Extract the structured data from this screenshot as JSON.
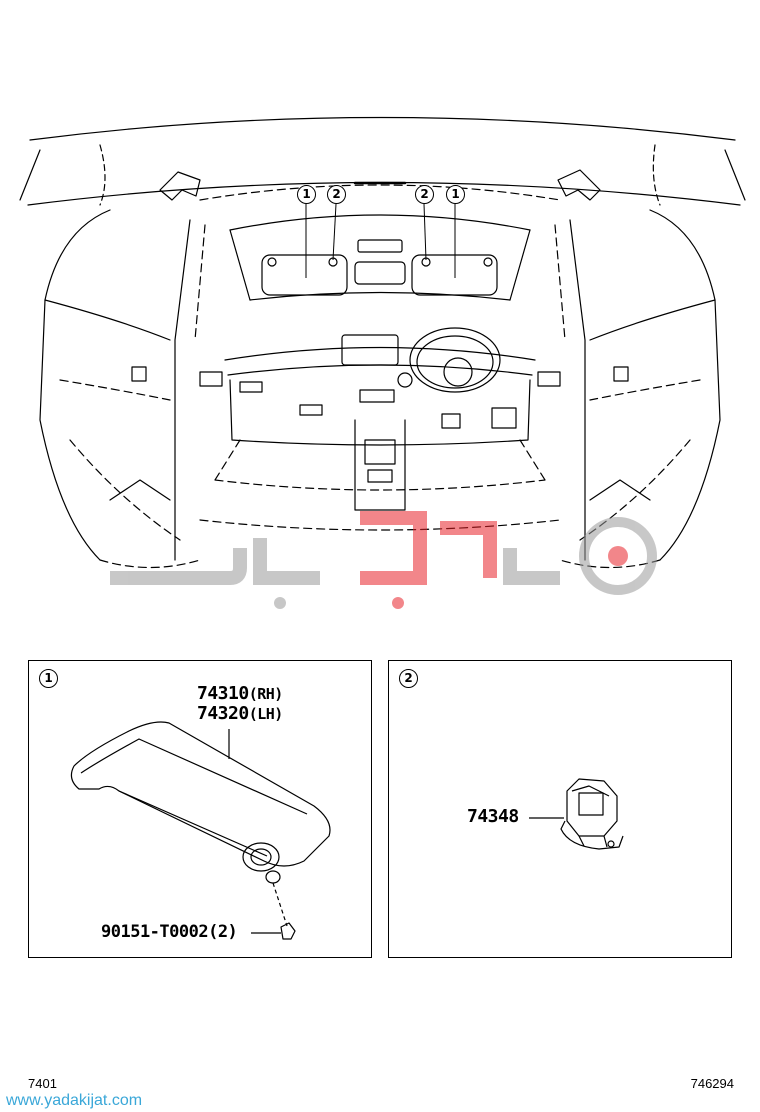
{
  "overview": {
    "callouts": [
      {
        "label": "1"
      },
      {
        "label": "2"
      },
      {
        "label": "2"
      },
      {
        "label": "1"
      }
    ]
  },
  "panel1": {
    "index": "1",
    "part_rh": "74310",
    "part_rh_suffix": "(RH)",
    "part_lh": "74320",
    "part_lh_suffix": "(LH)",
    "screw": "90151-T0002(2)"
  },
  "panel2": {
    "index": "2",
    "part": "74348"
  },
  "footer": {
    "left": "7401",
    "right": "746294"
  },
  "watermark": {
    "url": "www.yadakijat.com"
  },
  "colors": {
    "watermark_red": "#e8252b",
    "watermark_gray": "#9a9a9a",
    "watermark_blue": "#3aa7d8"
  }
}
